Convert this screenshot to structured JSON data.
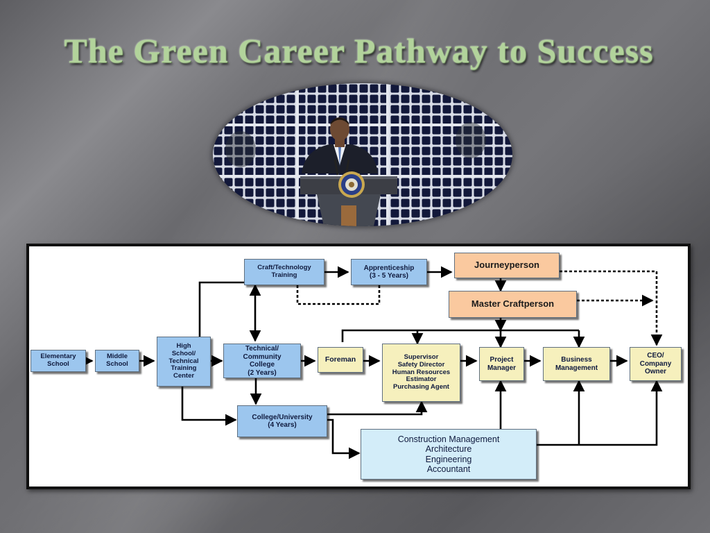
{
  "title": "The Green Career Pathway to Success",
  "photo": {
    "icon": "podium-speaker-solar-panel-photo"
  },
  "diagram": {
    "boxes": {
      "elementary": "Elementary\nSchool",
      "middle": "Middle\nSchool",
      "high_school": "High\nSchool/\nTechnical\nTraining\nCenter",
      "craft": "Craft/Technology\nTraining",
      "apprenticeship": "Apprenticeship\n(3 - 5 Years)",
      "journeyperson": "Journeyperson",
      "master": "Master Craftperson",
      "community_college": "Technical/\nCommunity\nCollege\n(2 Years)",
      "foreman": "Foreman",
      "supervisor": "Supervisor\nSafety Director\nHuman Resources\nEstimator\nPurchasing Agent",
      "project_manager": "Project\nManager",
      "business_management": "Business\nManagement",
      "ceo": "CEO/\nCompany\nOwner",
      "university": "College/University\n(4 Years)",
      "construction": "Construction Management\nArchitecture\nEngineering\nAccountant"
    },
    "colors": {
      "blue": "#9cc6ee",
      "light_blue": "#d3edf9",
      "cream": "#f6f0bd",
      "orange": "#fac99f"
    }
  }
}
